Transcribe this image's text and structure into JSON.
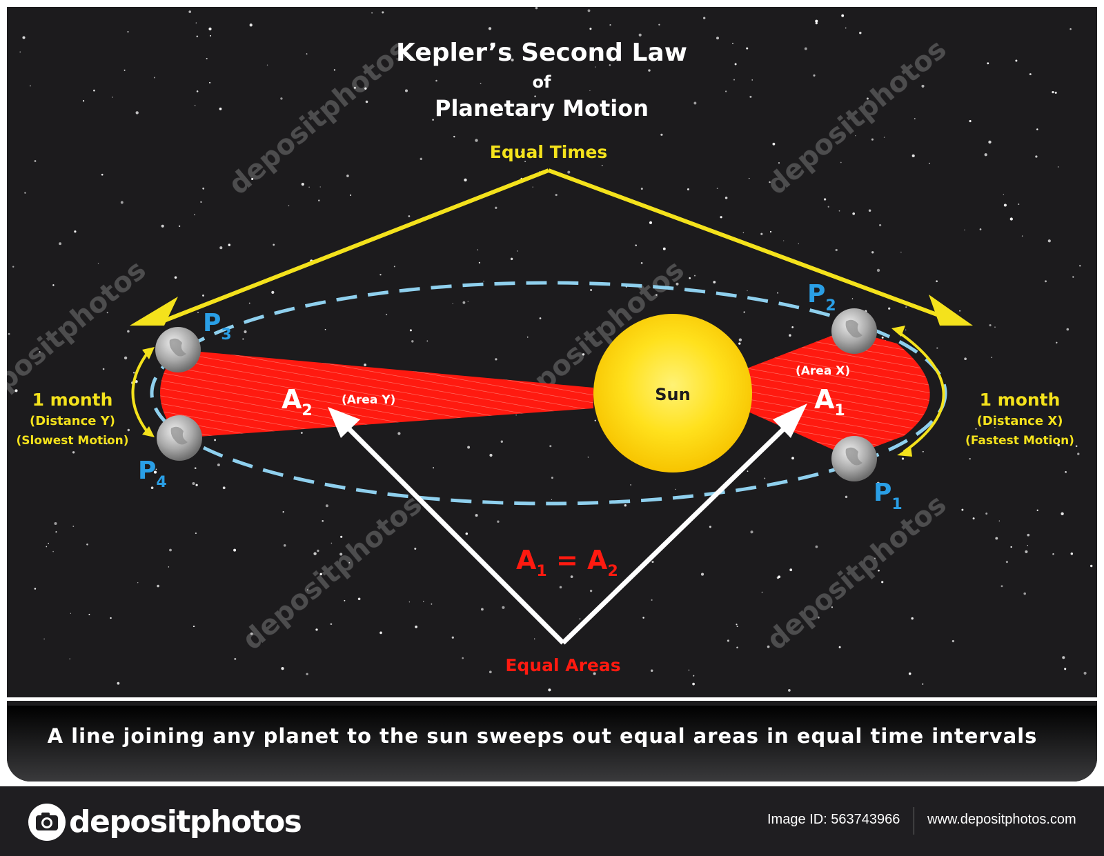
{
  "title": {
    "line1": "Kepler’s Second Law",
    "line2": "of",
    "line3": "Planetary Motion"
  },
  "equal_times_label": "Equal Times",
  "equal_areas_label": "Equal Areas",
  "sun_label": "Sun",
  "equation": {
    "a1": "A",
    "a1_sub": "1",
    "eq": " = ",
    "a2": "A",
    "a2_sub": "2"
  },
  "area_a1": {
    "letter": "A",
    "sub": "1",
    "name": "(Area X)"
  },
  "area_a2": {
    "letter": "A",
    "sub": "2",
    "name": "(Area Y)"
  },
  "points": {
    "p1": {
      "letter": "P",
      "sub": "1"
    },
    "p2": {
      "letter": "P",
      "sub": "2"
    },
    "p3": {
      "letter": "P",
      "sub": "3"
    },
    "p4": {
      "letter": "P",
      "sub": "4"
    }
  },
  "left_info": {
    "time": "1 month",
    "distance": "(Distance Y)",
    "motion": "(Slowest Motion)"
  },
  "right_info": {
    "time": "1 month",
    "distance": "(Distance X)",
    "motion": "(Fastest Motion)"
  },
  "statement": "A line joining any planet to the sun sweeps out equal areas in equal time intervals",
  "watermark": "depositphotos",
  "footer": {
    "brand": "depositphotos",
    "image_id": "Image ID: 563743966",
    "url": "www.depositphotos.com"
  },
  "colors": {
    "background": "#1c1b1d",
    "yellow": "#f4e21c",
    "red": "#ff1a10",
    "orbit": "#8fd0ee",
    "blue_label": "#2a9fe6",
    "sun": "#ffd21a"
  }
}
